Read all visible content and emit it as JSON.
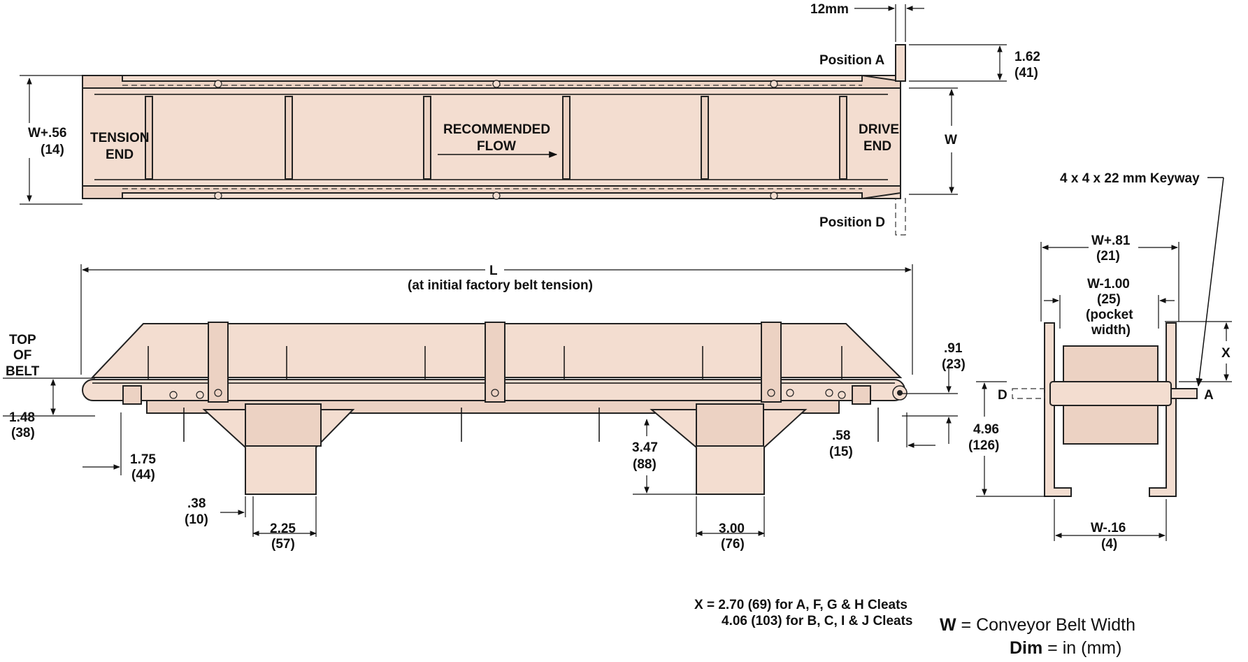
{
  "top_view": {
    "width_dim": "W+.56",
    "width_dim_mm": "(14)",
    "tension_end_line1": "TENSION",
    "tension_end_line2": "END",
    "flow_line1": "RECOMMENDED",
    "flow_line2": "FLOW",
    "drive_end_line1": "DRIVE",
    "drive_end_line2": "END",
    "shaft_dim": "12mm",
    "position_a": "Position A",
    "position_d": "Position D",
    "shaft_len": "1.62",
    "shaft_len_mm": "(41)",
    "belt_width": "W"
  },
  "side_view": {
    "length_label": "L",
    "length_note": "(at initial factory belt tension)",
    "top_of_belt_1": "TOP",
    "top_of_belt_2": "OF",
    "top_of_belt_3": "BELT",
    "d148": "1.48",
    "d148_mm": "(38)",
    "d175": "1.75",
    "d175_mm": "(44)",
    "d038": ".38",
    "d038_mm": "(10)",
    "d225": "2.25",
    "d225_mm": "(57)",
    "d347": "3.47",
    "d347_mm": "(88)",
    "d300": "3.00",
    "d300_mm": "(76)",
    "d091": ".91",
    "d091_mm": "(23)",
    "d058": ".58",
    "d058_mm": "(15)"
  },
  "end_view": {
    "keyway": "4 x 4 x 22 mm Keyway",
    "w81": "W+.81",
    "w81_mm": "(21)",
    "w100": "W-1.00",
    "w100_mm": "(25)",
    "pocket_1": "(pocket",
    "pocket_2": "width)",
    "x_label": "X",
    "d_label": "D",
    "a_label": "A",
    "h496": "4.96",
    "h496_mm": "(126)",
    "w16": "W-.16",
    "w16_mm": "(4)"
  },
  "notes": {
    "x_line1": "X = 2.70 (69) for A, F, G & H Cleats",
    "x_line2": "4.06 (103) for B, C, I & J Cleats",
    "w_key": "W",
    "w_def": " = Conveyor Belt Width",
    "dim_key": "Dim",
    "dim_def": " = in (mm)"
  }
}
